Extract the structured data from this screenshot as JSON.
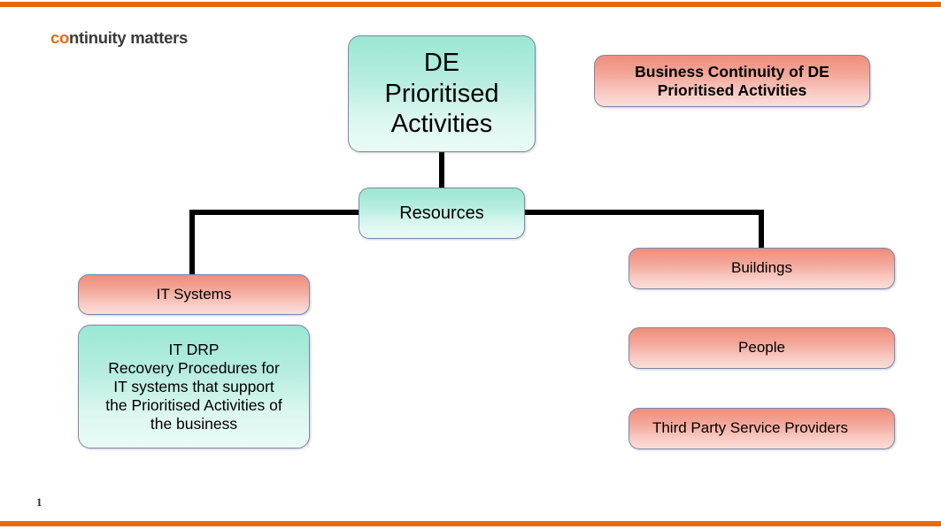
{
  "slide": {
    "page_number": "1",
    "accent_color": "#E8690B",
    "teal_top": "#9AE7D4",
    "teal_bottom": "#EBFBF7",
    "pink_top": "#EF8D7C",
    "pink_bottom": "#FBDEDA",
    "border_color": "#7B89A8",
    "connector_color": "#000000"
  },
  "logo": {
    "accent_text": "co",
    "rest_text": "ntinuity matters"
  },
  "header_box": {
    "line1": "Business Continuity of DE",
    "line2": "Prioritised Activities"
  },
  "nodes": {
    "de": {
      "line1": "DE",
      "line2": "Prioritised",
      "line3": "Activities"
    },
    "resources": {
      "label": "Resources"
    },
    "it_systems": {
      "label": "IT Systems"
    },
    "it_drp": {
      "line1": "IT DRP",
      "line2": "Recovery Procedures for",
      "line3": "IT systems that support",
      "line4": "the Prioritised Activities of",
      "line5": "the business"
    },
    "buildings": {
      "label": "Buildings"
    },
    "people": {
      "label": "People"
    },
    "third_party": {
      "label": "Third Party Service Providers"
    }
  }
}
